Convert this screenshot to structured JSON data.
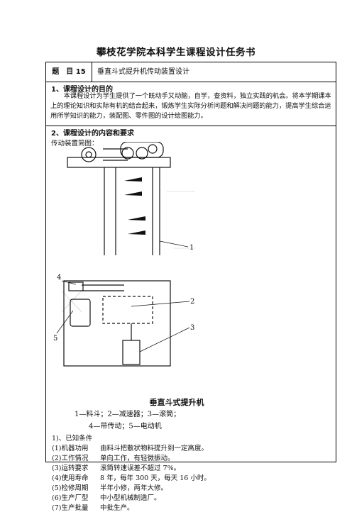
{
  "title": "攀枝花学院本科学生课程设计任务书",
  "subject": {
    "label": "题　目 15",
    "value": "垂直斗式提升机传动装置设计"
  },
  "goal": {
    "heading": "1、课程设计的目的",
    "body": "本课程设计为学生提供了一个既动手又动脑，自学，查资料，独立实践的机会。将本学期课本上的理论知识和实际有机的结合起来，锻炼学生实际分析问题和解决问题的能力，提高学生综合运用所学知识的能力，装配图、零件图的设计绘图能力。"
  },
  "content": {
    "heading": "2、课程设计的内容和要求",
    "intro": "传动装置简图："
  },
  "diagram": {
    "title": "垂直斗式提升机",
    "legend_line1": "1—料斗；2—减速器；3—滚筒；",
    "legend_line2": "4—带传动；5—电动机",
    "labels": [
      "1",
      "2",
      "3",
      "4",
      "5"
    ]
  },
  "conditions": {
    "title": "1)、已知条件",
    "items": [
      {
        "key": "(1)机器功用",
        "value": "由料斗把散状物料提升到一定高度。"
      },
      {
        "key": "(2)工作情况",
        "value": "单向工作，有轻微振动。"
      },
      {
        "key": "(3)运转要求",
        "value": "滚筒转速误差不超过 7%。"
      },
      {
        "key": "(4)使用寿命",
        "value": "8 年，每年 300 天，每天 16 小时。"
      },
      {
        "key": "(5)检修周期",
        "value": "半年小修，两年大修。"
      },
      {
        "key": "(6)生产厂型",
        "value": "中小型机械制造厂。"
      },
      {
        "key": "(7)生产批量",
        "value": "中批生产。"
      }
    ]
  }
}
